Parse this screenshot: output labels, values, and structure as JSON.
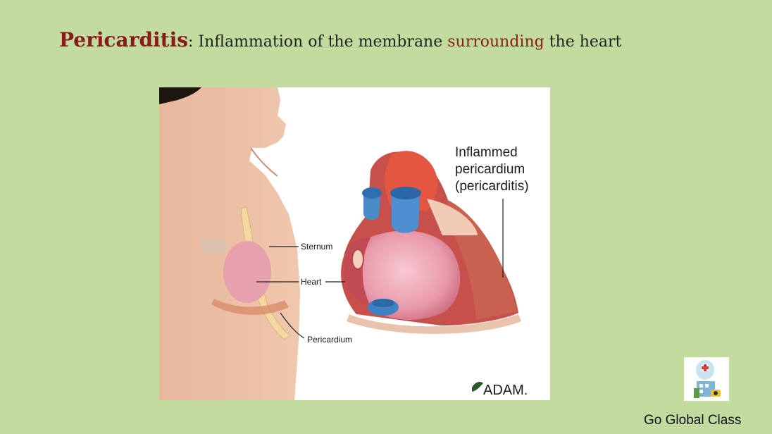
{
  "slide": {
    "term": "Pericarditis",
    "colon": ":",
    "definition_start": "Inflammation of the membrane",
    "definition_highlight": "surrounding",
    "definition_end": "the heart"
  },
  "illustration": {
    "labels": {
      "sternum": "Sternum",
      "heart": "Heart",
      "pericardium": "Pericardium",
      "inflamed_line1": "Inflammed",
      "inflamed_line2": "pericardium",
      "inflamed_line3": "(pericarditis)"
    },
    "credit": "ADAM."
  },
  "footer": {
    "brand": "Go Global Class",
    "logo_icon": "doctor-clinic-icon"
  }
}
